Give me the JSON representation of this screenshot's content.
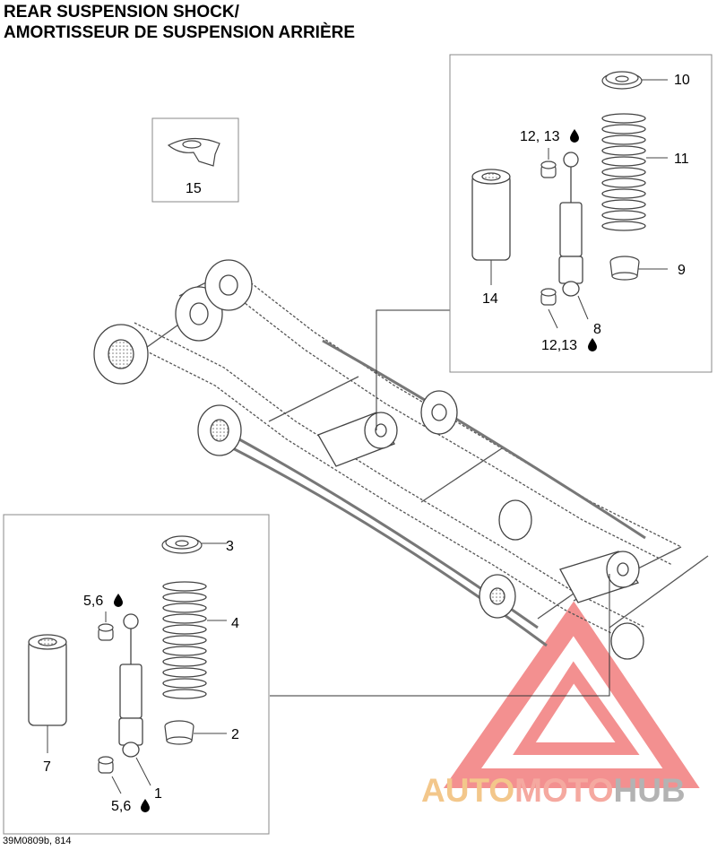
{
  "title": {
    "line1": "REAR SUSPENSION SHOCK/",
    "line2": "AMORTISSEUR DE SUSPENSION ARRIÈRE"
  },
  "labels": {
    "p1": "1",
    "p2": "2",
    "p3": "3",
    "p4": "4",
    "p56_top": "5,6",
    "p56_bottom": "5,6",
    "p7": "7",
    "p8": "8",
    "p9": "9",
    "p10": "10",
    "p11": "11",
    "p1213_top": "12, 13",
    "p1213_bottom": "12,13",
    "p14": "14",
    "p15": "15"
  },
  "footer": {
    "code": "39M0809b, 814"
  },
  "watermark": {
    "part1": "AUTO",
    "part2": "MOTO",
    "part3": "HUB"
  }
}
